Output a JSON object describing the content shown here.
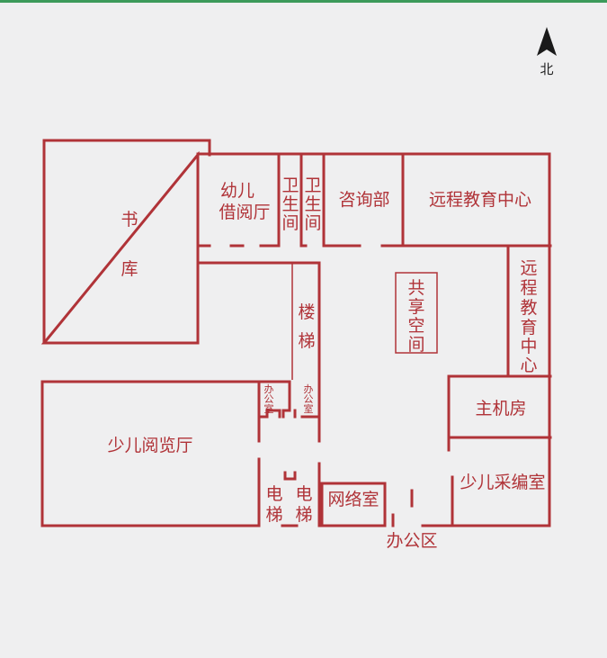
{
  "compass": {
    "label": "北",
    "icon": "north-arrow-icon"
  },
  "colors": {
    "wall": "#b03338",
    "background": "#efeff0"
  },
  "rooms": {
    "book_stacks": [
      "书",
      "库"
    ],
    "toddler_reading": [
      "幼儿",
      "借阅厅"
    ],
    "restroom": [
      "卫",
      "生",
      "间"
    ],
    "consultation": "咨询部",
    "distance_education_top": "远程教育中心",
    "distance_education_side": [
      "远",
      "程",
      "教",
      "育",
      "中",
      "心"
    ],
    "shared_space": [
      "共",
      "享",
      "空",
      "间"
    ],
    "stairs": [
      "楼",
      "梯"
    ],
    "office_small": [
      "办",
      "公",
      "室"
    ],
    "server_room": "主机房",
    "children_reading": "少儿阅览厅",
    "elevator": [
      "电",
      "梯"
    ],
    "network_room": "网络室",
    "children_cataloging": "少儿采编室",
    "office_area": "办公区"
  }
}
